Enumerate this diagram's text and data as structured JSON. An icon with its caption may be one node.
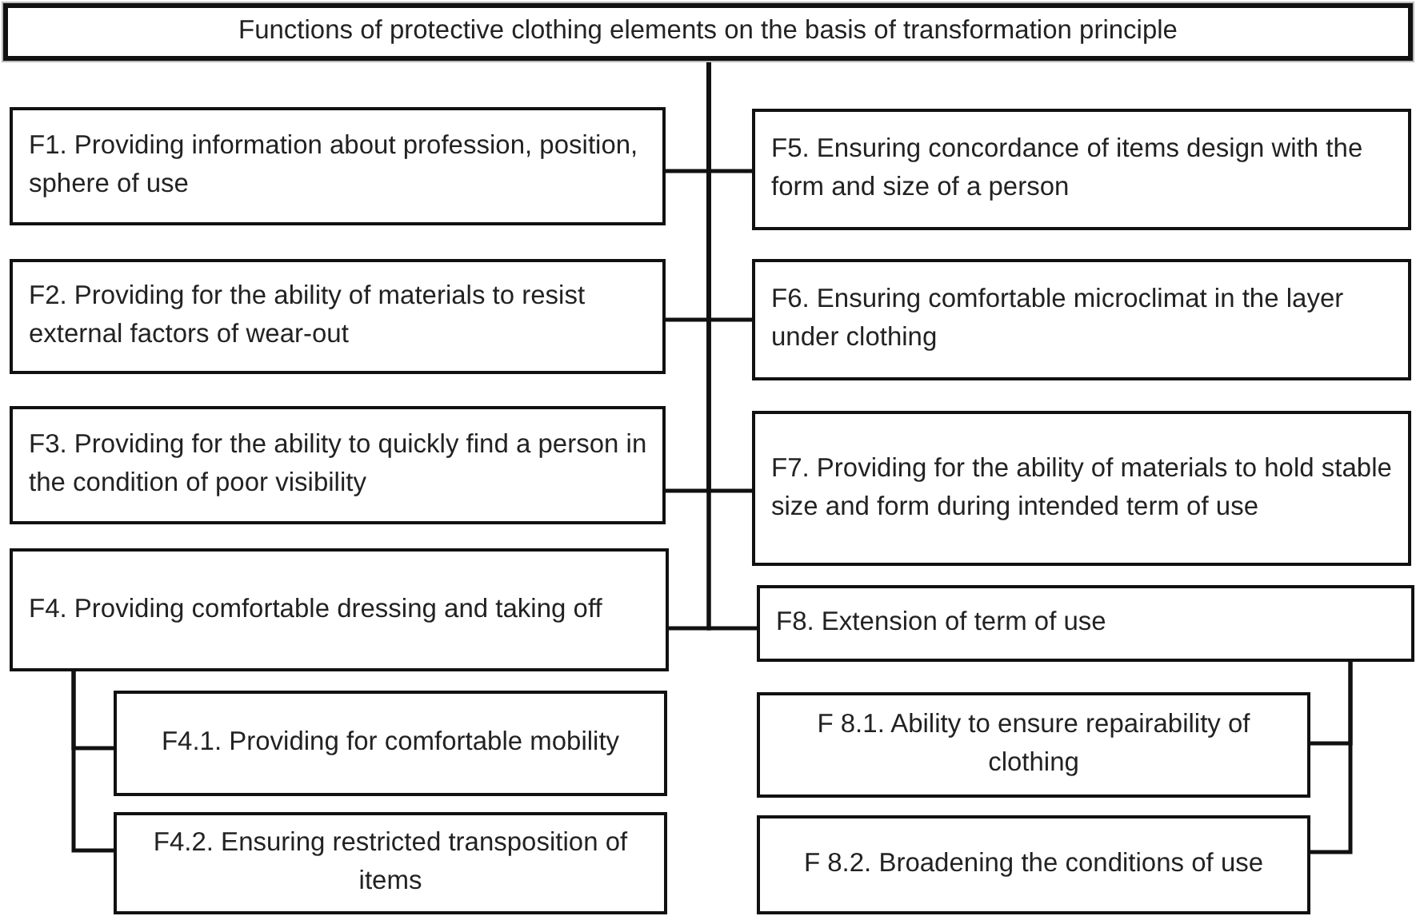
{
  "diagram": {
    "nodes": [
      {
        "text": [
          "Functions of protective clothing elements on the basis of transformation principle"
        ]
      },
      {
        "text": [
          "F1. Providing information about profession, position, sphere of use"
        ]
      },
      {
        "text": [
          "F5. Ensuring concordance of items design with the form and size of a person"
        ]
      },
      {
        "text": [
          "F2. Providing for the ability of materials to resist external factors of wear-out"
        ]
      },
      {
        "text": [
          "F6. Ensuring comfortable microclimat in the layer under clothing"
        ]
      },
      {
        "text": [
          "F3. Providing for the ability to quickly find a person in the condition of poor visibility"
        ]
      },
      {
        "text": [
          "F7. Providing for the ability of materials to hold stable size and form during intended term of use"
        ]
      },
      {
        "text": [
          "F4. Providing comfortable dressing and taking off"
        ]
      },
      {
        "text": [
          "F8. Extension of term of use"
        ]
      },
      {
        "text": [
          "F4.1. Providing for comfortable mobility"
        ]
      },
      {
        "text": [
          "F4.2. Ensuring restricted transposition of items"
        ]
      },
      {
        "text": [
          "F 8.1. Ability to ensure repairability of clothing"
        ]
      },
      {
        "text": [
          "F 8.2. Broadening the conditions of use"
        ]
      }
    ],
    "edges": [
      {
        "from": 0,
        "to": 1,
        "arrow": "none"
      },
      {
        "from": 0,
        "to": 2,
        "arrow": "none"
      },
      {
        "from": 0,
        "to": 3,
        "arrow": "none"
      },
      {
        "from": 0,
        "to": 4,
        "arrow": "none"
      },
      {
        "from": 0,
        "to": 5,
        "arrow": "none"
      },
      {
        "from": 0,
        "to": 6,
        "arrow": "none"
      },
      {
        "from": 0,
        "to": 7,
        "arrow": "none"
      },
      {
        "from": 0,
        "to": 8,
        "arrow": "none"
      },
      {
        "from": 7,
        "to": 9,
        "arrow": "none"
      },
      {
        "from": 7,
        "to": 10,
        "arrow": "none"
      },
      {
        "from": 8,
        "to": 11,
        "arrow": "none"
      },
      {
        "from": 8,
        "to": 12,
        "arrow": "none"
      }
    ]
  }
}
